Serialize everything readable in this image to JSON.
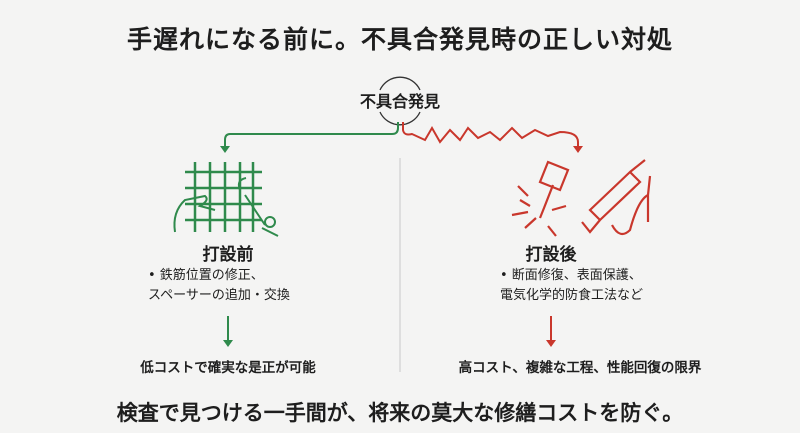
{
  "title": "手遅れになる前に。不具合発見時の正しい対処",
  "node": "不具合発見",
  "left": {
    "heading": "打設前",
    "bullets": [
      "• 鉄筋位置の修正、",
      "スペーサーの追加・交換"
    ],
    "result": "低コストで確実な是正が可能"
  },
  "right": {
    "heading": "打設後",
    "bullets": [
      "• 断面修復、表面保護、",
      "電気化学的防食工法など"
    ],
    "result": "高コスト、複雑な工程、性能回復の限界"
  },
  "footer": "検査で見つける一手間が、将来の莫大な修繕コストを防ぐ。",
  "colors": {
    "green": "#2f8a4c",
    "red": "#c9372c"
  }
}
